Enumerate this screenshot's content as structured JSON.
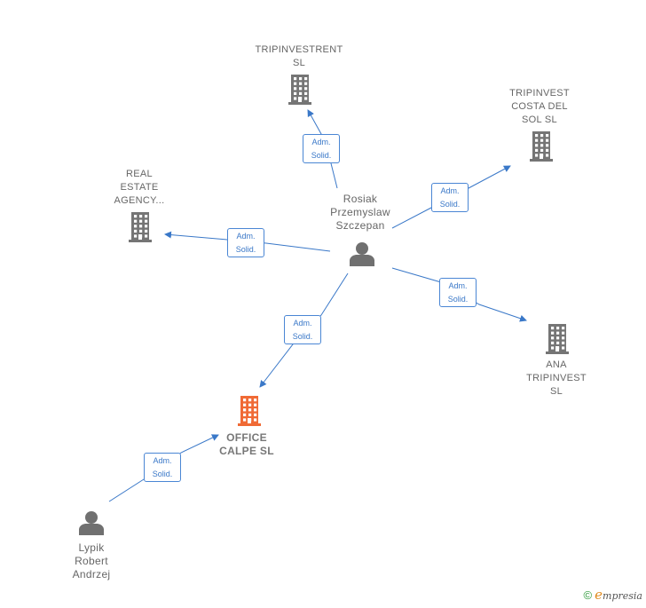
{
  "nodes": {
    "tripinvestrent": {
      "label": "TRIPINVESTRENT\nSL",
      "type": "company"
    },
    "tripinvest_costa": {
      "label": "TRIPINVEST\nCOSTA DEL\nSOL  SL",
      "type": "company"
    },
    "real_estate": {
      "label": "REAL\nESTATE\nAGENCY...",
      "type": "company"
    },
    "rosiak": {
      "label": "Rosiak\nPrzemyslaw\nSzczepan",
      "type": "person"
    },
    "ana_tripinvest": {
      "label": "ANA\nTRIPINVEST\nSL",
      "type": "company"
    },
    "office_calpe": {
      "label": "OFFICE\nCALPE  SL",
      "type": "company-highlight"
    },
    "lypik": {
      "label": "Lypik\nRobert\nAndrzej",
      "type": "person"
    }
  },
  "edges": [
    {
      "id": "e1",
      "from": "rosiak",
      "to": "tripinvestrent",
      "line1": "Adm.",
      "line2": "Solid."
    },
    {
      "id": "e2",
      "from": "rosiak",
      "to": "tripinvest_costa",
      "line1": "Adm.",
      "line2": "Solid."
    },
    {
      "id": "e3",
      "from": "rosiak",
      "to": "real_estate",
      "line1": "Adm.",
      "line2": "Solid."
    },
    {
      "id": "e4",
      "from": "rosiak",
      "to": "ana_tripinvest",
      "line1": "Adm.",
      "line2": "Solid."
    },
    {
      "id": "e5",
      "from": "rosiak",
      "to": "office_calpe",
      "line1": "Adm.",
      "line2": "Solid."
    },
    {
      "id": "e6",
      "from": "lypik",
      "to": "office_calpe",
      "line1": "Adm.",
      "line2": "Solid."
    }
  ],
  "colors": {
    "edge": "#3a78c8",
    "company_icon": "#757575",
    "highlight_icon": "#f06a35",
    "person_icon": "#707070"
  },
  "icons": {
    "company": "building-icon",
    "person": "person-icon"
  },
  "footer": {
    "copyright_symbol": "©",
    "brand_initial": "e",
    "brand_rest": "mpresia"
  }
}
